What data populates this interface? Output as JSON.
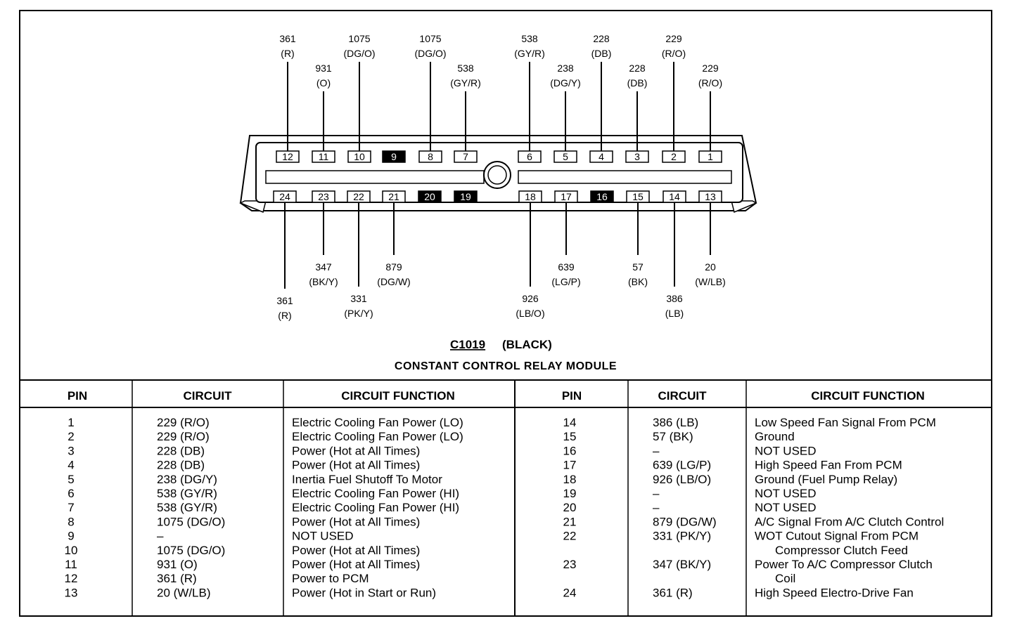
{
  "connector": {
    "id": "C1019",
    "color": "(BLACK)",
    "name": "CONSTANT CONTROL RELAY MODULE"
  },
  "top_pins": [
    {
      "pin": "12",
      "circuit": "361",
      "color": "(R)",
      "filled": false
    },
    {
      "pin": "11",
      "circuit": "931",
      "color": "(O)",
      "filled": false
    },
    {
      "pin": "10",
      "circuit": "1075",
      "color": "(DG/O)",
      "filled": false
    },
    {
      "pin": "9",
      "circuit": "",
      "color": "",
      "filled": true
    },
    {
      "pin": "8",
      "circuit": "1075",
      "color": "(DG/O)",
      "filled": false
    },
    {
      "pin": "7",
      "circuit": "538",
      "color": "(GY/R)",
      "filled": false
    },
    {
      "pin": "6",
      "circuit": "538",
      "color": "(GY/R)",
      "filled": false
    },
    {
      "pin": "5",
      "circuit": "238",
      "color": "(DG/Y)",
      "filled": false
    },
    {
      "pin": "4",
      "circuit": "228",
      "color": "(DB)",
      "filled": false
    },
    {
      "pin": "3",
      "circuit": "228",
      "color": "(DB)",
      "filled": false
    },
    {
      "pin": "2",
      "circuit": "229",
      "color": "(R/O)",
      "filled": false
    },
    {
      "pin": "1",
      "circuit": "229",
      "color": "(R/O)",
      "filled": false
    }
  ],
  "bottom_pins": [
    {
      "pin": "24",
      "circuit": "361",
      "color": "(R)",
      "filled": false
    },
    {
      "pin": "23",
      "circuit": "347",
      "color": "(BK/Y)",
      "filled": false
    },
    {
      "pin": "22",
      "circuit": "331",
      "color": "(PK/Y)",
      "filled": false
    },
    {
      "pin": "21",
      "circuit": "879",
      "color": "(DG/W)",
      "filled": false
    },
    {
      "pin": "20",
      "circuit": "",
      "color": "",
      "filled": true
    },
    {
      "pin": "19",
      "circuit": "",
      "color": "",
      "filled": true
    },
    {
      "pin": "18",
      "circuit": "926",
      "color": "(LB/O)",
      "filled": false
    },
    {
      "pin": "17",
      "circuit": "639",
      "color": "(LG/P)",
      "filled": false
    },
    {
      "pin": "16",
      "circuit": "",
      "color": "",
      "filled": true
    },
    {
      "pin": "15",
      "circuit": "57",
      "color": "(BK)",
      "filled": false
    },
    {
      "pin": "14",
      "circuit": "386",
      "color": "(LB)",
      "filled": false
    },
    {
      "pin": "13",
      "circuit": "20",
      "color": "(W/LB)",
      "filled": false
    }
  ],
  "table": {
    "headers": [
      "PIN",
      "CIRCUIT",
      "CIRCUIT FUNCTION",
      "PIN",
      "CIRCUIT",
      "CIRCUIT FUNCTION"
    ],
    "left_rows": [
      {
        "pin": "1",
        "circuit": "229 (R/O)",
        "function": "Electric Cooling Fan Power (LO)"
      },
      {
        "pin": "2",
        "circuit": "229 (R/O)",
        "function": "Electric Cooling Fan Power (LO)"
      },
      {
        "pin": "3",
        "circuit": "228 (DB)",
        "function": "Power (Hot at All Times)"
      },
      {
        "pin": "4",
        "circuit": "228 (DB)",
        "function": "Power (Hot at All Times)"
      },
      {
        "pin": "5",
        "circuit": "238 (DG/Y)",
        "function": "Inertia Fuel Shutoff To Motor"
      },
      {
        "pin": "6",
        "circuit": "538 (GY/R)",
        "function": "Electric Cooling Fan Power (HI)"
      },
      {
        "pin": "7",
        "circuit": "538 (GY/R)",
        "function": "Electric Cooling Fan Power (HI)"
      },
      {
        "pin": "8",
        "circuit": "1075 (DG/O)",
        "function": "Power (Hot at All Times)"
      },
      {
        "pin": "9",
        "circuit": "–",
        "function": "NOT USED"
      },
      {
        "pin": "10",
        "circuit": "1075 (DG/O)",
        "function": "Power (Hot at All Times)"
      },
      {
        "pin": "11",
        "circuit": "931 (O)",
        "function": "Power (Hot at All Times)"
      },
      {
        "pin": "12",
        "circuit": "361 (R)",
        "function": "Power to PCM"
      },
      {
        "pin": "13",
        "circuit": "20 (W/LB)",
        "function": "Power (Hot in Start or Run)"
      }
    ],
    "right_rows": [
      {
        "pin": "14",
        "circuit": "386 (LB)",
        "function": "Low Speed Fan Signal From PCM",
        "function2": ""
      },
      {
        "pin": "15",
        "circuit": "57 (BK)",
        "function": "Ground",
        "function2": ""
      },
      {
        "pin": "16",
        "circuit": "–",
        "function": "NOT USED",
        "function2": ""
      },
      {
        "pin": "17",
        "circuit": "639 (LG/P)",
        "function": "High Speed Fan From PCM",
        "function2": ""
      },
      {
        "pin": "18",
        "circuit": "926 (LB/O)",
        "function": "Ground (Fuel Pump Relay)",
        "function2": ""
      },
      {
        "pin": "19",
        "circuit": "–",
        "function": "NOT USED",
        "function2": ""
      },
      {
        "pin": "20",
        "circuit": "–",
        "function": "NOT USED",
        "function2": ""
      },
      {
        "pin": "21",
        "circuit": "879 (DG/W)",
        "function": "A/C Signal From A/C Clutch Control",
        "function2": ""
      },
      {
        "pin": "22",
        "circuit": "331 (PK/Y)",
        "function": "WOT Cutout Signal From PCM",
        "function2": "Compressor Clutch Feed"
      },
      {
        "pin": "23",
        "circuit": "347 (BK/Y)",
        "function": "Power To A/C Compressor Clutch",
        "function2": "Coil"
      },
      {
        "pin": "24",
        "circuit": "361 (R)",
        "function": "High Speed Electro-Drive Fan",
        "function2": ""
      }
    ]
  }
}
